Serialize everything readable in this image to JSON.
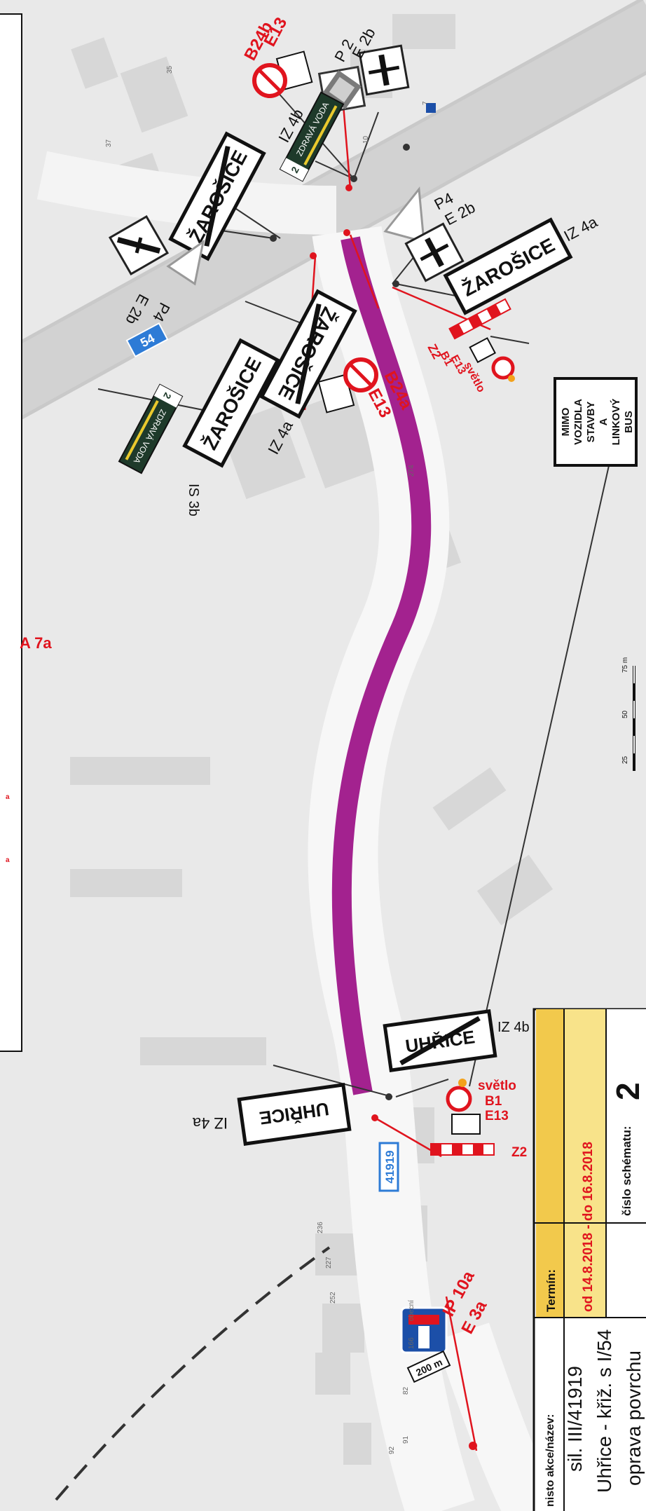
{
  "colors": {
    "work_zone": "#a3228f",
    "road": "#f7f7f7",
    "sign_red": "#e0141e",
    "background": "#e6e6e6",
    "road_number_blue": "#2d7bd6",
    "info_blue": "#1c4fa8"
  },
  "legend_panel": {
    "item_a7a": "A 7a",
    "marks": [
      "a",
      "a"
    ]
  },
  "road_numbers": {
    "main": "54",
    "secondary": "41919"
  },
  "town_signs": {
    "zarosice": "ŽAROŠICE",
    "uhrice": "UHŘICE",
    "iz4a": "IZ 4a",
    "iz4b": "IZ 4b"
  },
  "sign_codes": {
    "p4_e2b_first": "P4",
    "p4_e2b_second": "E 2b",
    "p2": "P 2",
    "e2b": "E 2b",
    "b24b": "B24b",
    "b24a": "B24a",
    "e13": "E13",
    "z2": "Z2",
    "svetlo": "světlo",
    "b1": "B1",
    "ip10a": "IP 10a",
    "e3a": "E 3a",
    "is3b": "IS 3b",
    "distance": "200 m"
  },
  "zdrava_voda": {
    "number": "2",
    "text": "ZDRAVÁ VODA"
  },
  "exempt_sign": {
    "lines": [
      "MIMO",
      "VOZIDLA",
      "STAVBY",
      "A",
      "LINKOVÝ",
      "BUS"
    ]
  },
  "scale": {
    "ticks": [
      "25",
      "50",
      "75 m"
    ]
  },
  "house_numbers": [
    "35",
    "37",
    "10",
    "7",
    "274",
    "236",
    "227",
    "252",
    "82",
    "166",
    "91",
    "92"
  ],
  "places": {
    "obecni": "obecní"
  },
  "title_block": {
    "action_label": "nisto akce/název:",
    "line1": "sil. III/41919",
    "line2": "Uhřice - křiž. s I/54",
    "line3": "oprava povrchu",
    "term_label": "Termín:",
    "term_value": "od 14.8.2018 - do 16.8.2018",
    "scheme_label": "číslo schématu:",
    "scheme_number": "2"
  }
}
